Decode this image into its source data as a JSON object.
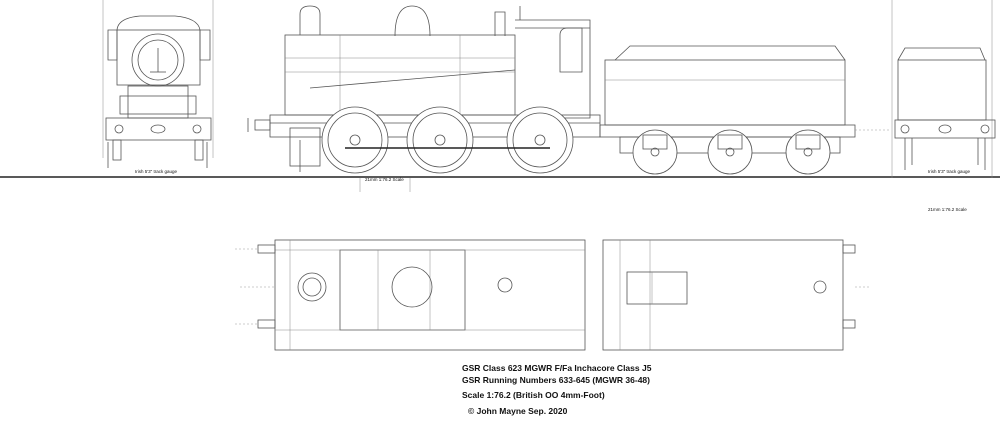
{
  "labels": {
    "gauge_front": "Irish 5'3\" track gauge",
    "scale_side": "21mm 1:76.2 Scale",
    "gauge_rear": "Irish 5'3\" track gauge",
    "scale_rear": "21mm 1:76.2 Scale"
  },
  "caption": {
    "line1": "GSR Class 623 MGWR F/Fa Inchacore Class J5",
    "line2": "GSR Running Numbers 633-645 (MGWR 36-48)",
    "line3": "Scale 1:76.2 (British OO 4mm-Foot)",
    "line4": "© John Mayne Sep. 2020"
  }
}
